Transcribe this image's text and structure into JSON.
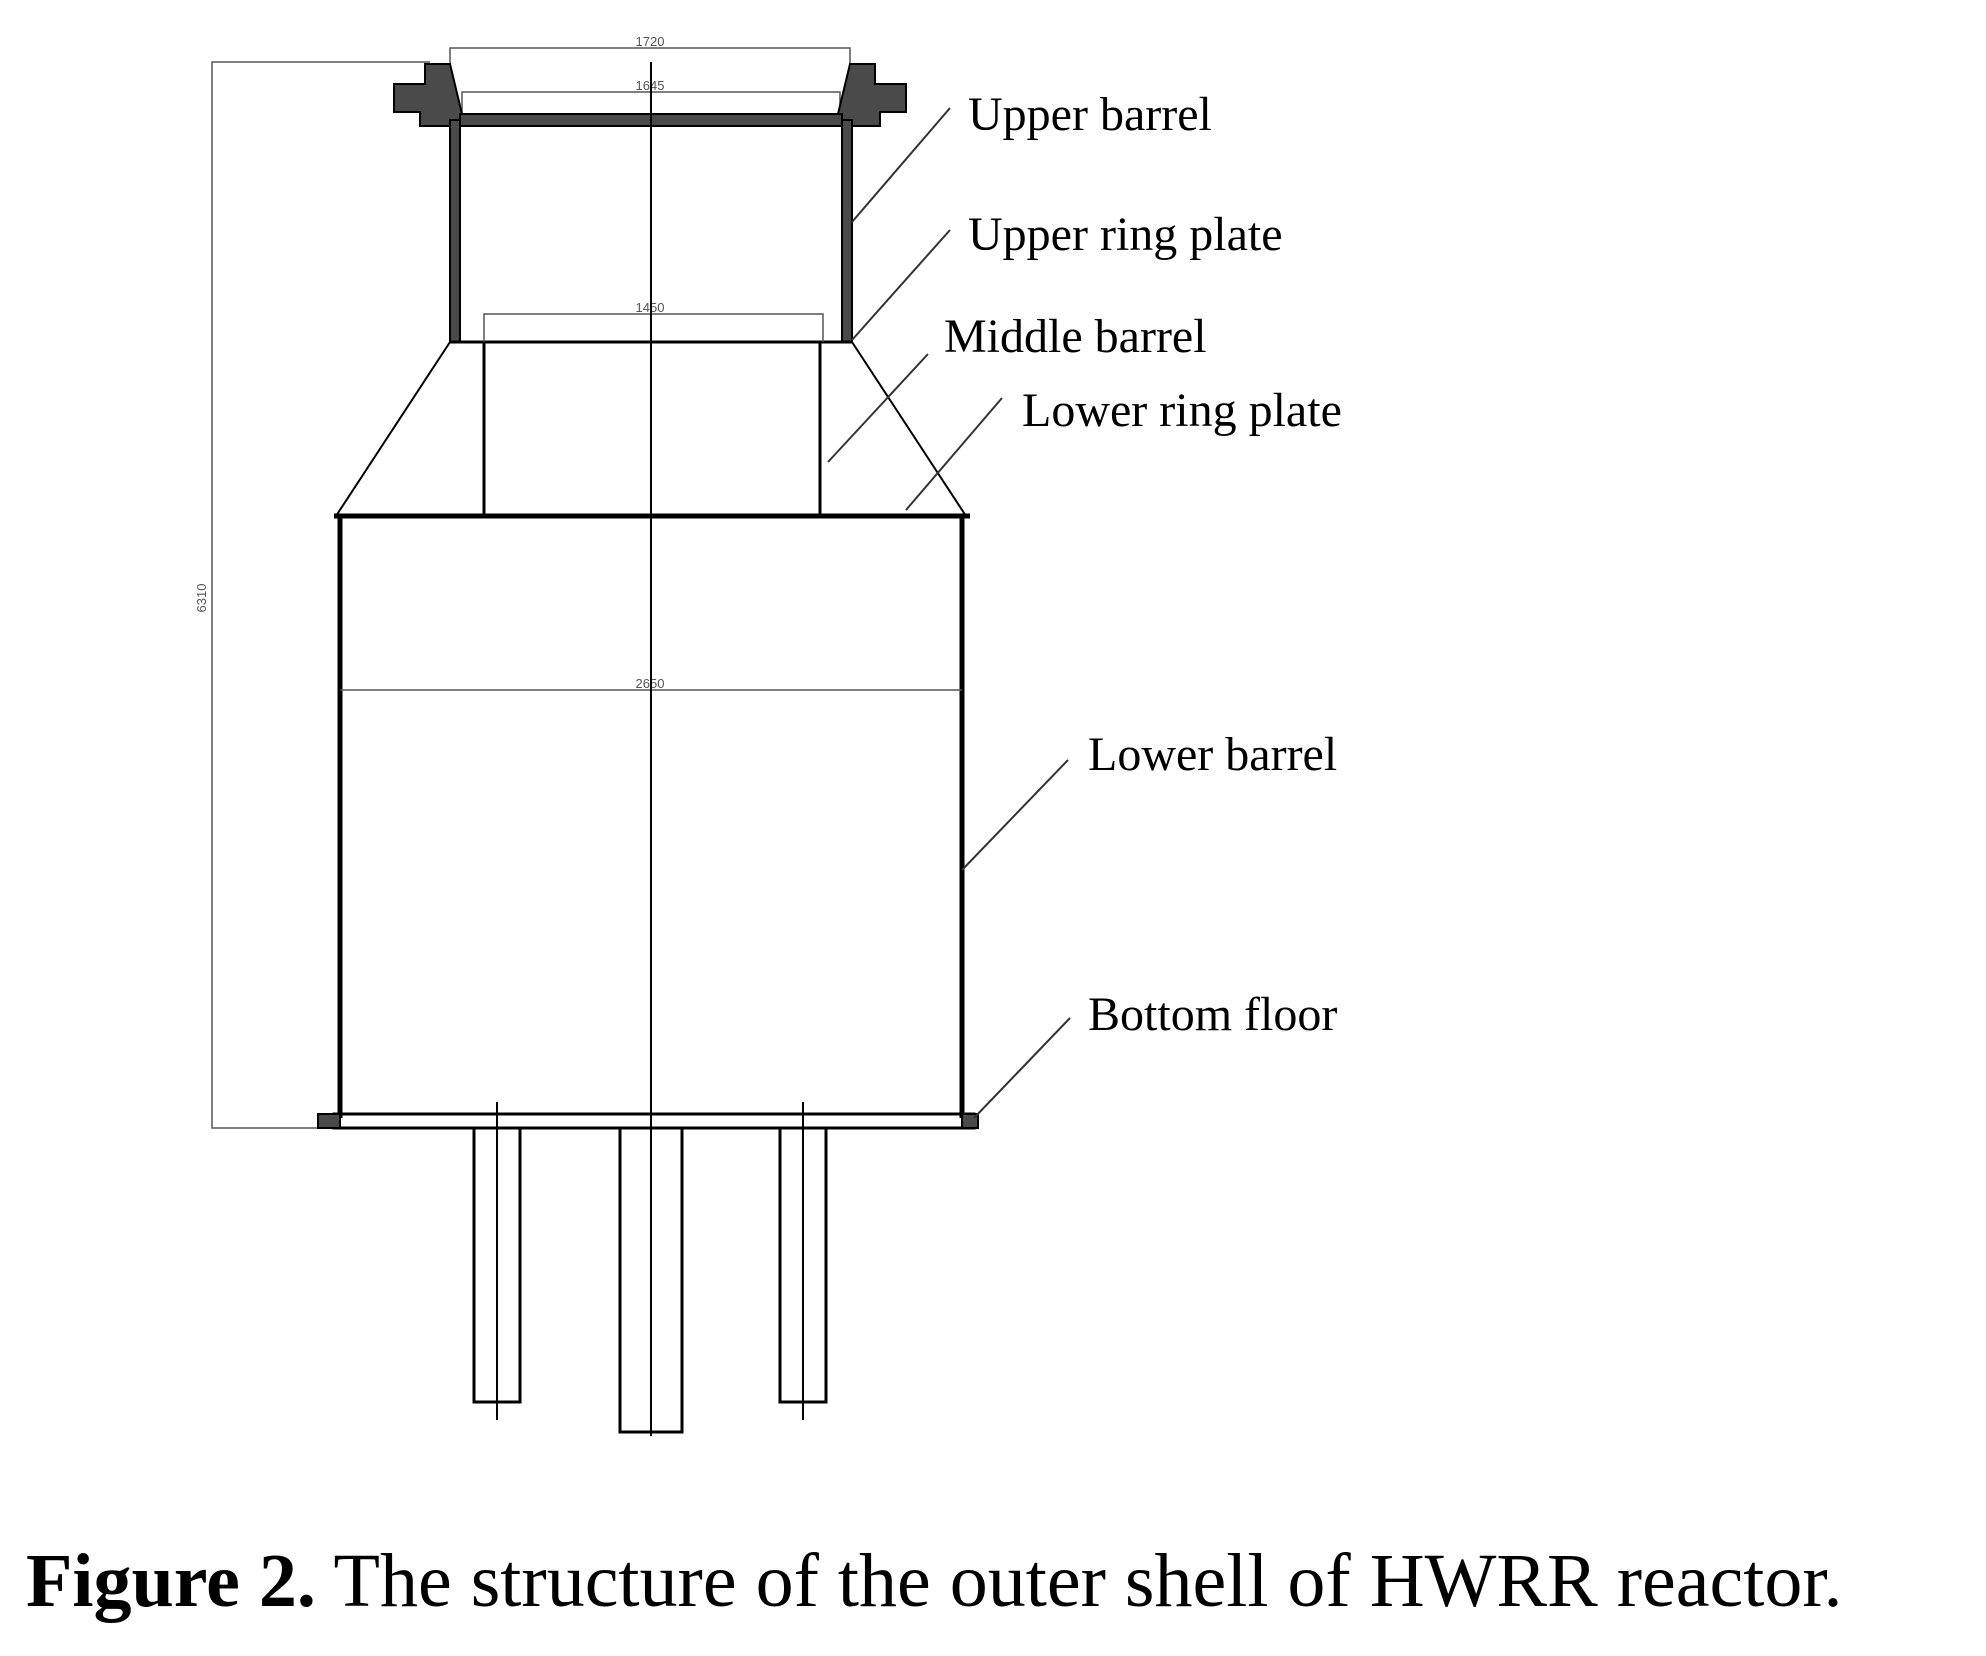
{
  "labels": {
    "upper_barrel": "Upper barrel",
    "upper_ring_plate": "Upper ring plate",
    "middle_barrel": "Middle barrel",
    "lower_ring_plate": "Lower ring plate",
    "lower_barrel": "Lower barrel",
    "bottom_floor": "Bottom floor"
  },
  "dimensions": {
    "top_width": "1720",
    "upper_inner_width": "1645",
    "middle_width": "1450",
    "lower_width": "2650",
    "total_height": "6310"
  },
  "caption": {
    "prefix": "Figure 2.",
    "text": " The structure of the outer shell of HWRR reactor."
  },
  "colors": {
    "line": "#000000",
    "metal_fill": "#4a4a4a",
    "background": "#ffffff"
  }
}
